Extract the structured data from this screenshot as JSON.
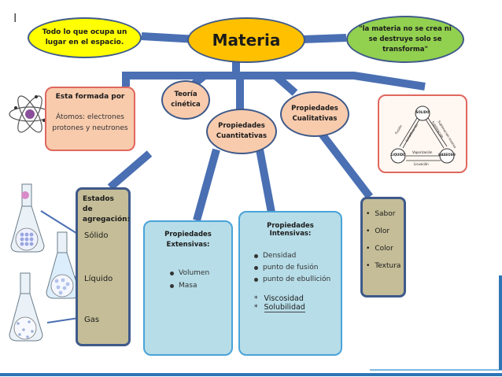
{
  "top_mark": "I",
  "central": {
    "label": "Materia"
  },
  "ovals": {
    "definition": "Todo lo que ocupa un lugar en el espacio.",
    "law": "\"la materia no se crea ni se destruye solo se transforma\"",
    "teoria": "Teoría cinética",
    "cuantitativas": "Propiedades Cuantitativas",
    "cualitativas": "Propiedades Cualitativas"
  },
  "atoms_box": {
    "title": "Esta formada por",
    "body": "Átomos: electrones protones y neutrones"
  },
  "cycle_box": {
    "nodes": [
      "SÓLIDO",
      "LIQUIDO",
      "GASEOSO"
    ],
    "labels": [
      "Fusión",
      "Solidificación",
      "Vaporización",
      "Licuación",
      "Sublimación",
      "Sublimación inversa"
    ]
  },
  "estados": {
    "title": "Estados de agregación:",
    "items": [
      "Sólido",
      "Líquido",
      "Gas"
    ]
  },
  "extensivas": {
    "title": "Propiedades Extensivas:",
    "items": [
      "Volumen",
      "Masa"
    ]
  },
  "intensivas": {
    "title": "Propiedades Intensivas:",
    "items": [
      "Densidad",
      "punto de fusión",
      "punto de ebullición"
    ],
    "extra": [
      "Viscosidad",
      "Solubilidad"
    ]
  },
  "cualitativas_list": {
    "items": [
      "Sabor",
      "Olor",
      "Color",
      "Textura"
    ]
  },
  "colors": {
    "connector": "#4a6fb3",
    "central_fill": "#ffc000",
    "yellow_oval": "#ffff00",
    "green_oval": "#92d050",
    "peach": "#f8cbad",
    "peach_border": "#e0675f",
    "olive": "#c4bd97",
    "olive_border": "#3f5a8a",
    "light_blue": "#b7dde8",
    "blue_border": "#4aa3d8"
  }
}
